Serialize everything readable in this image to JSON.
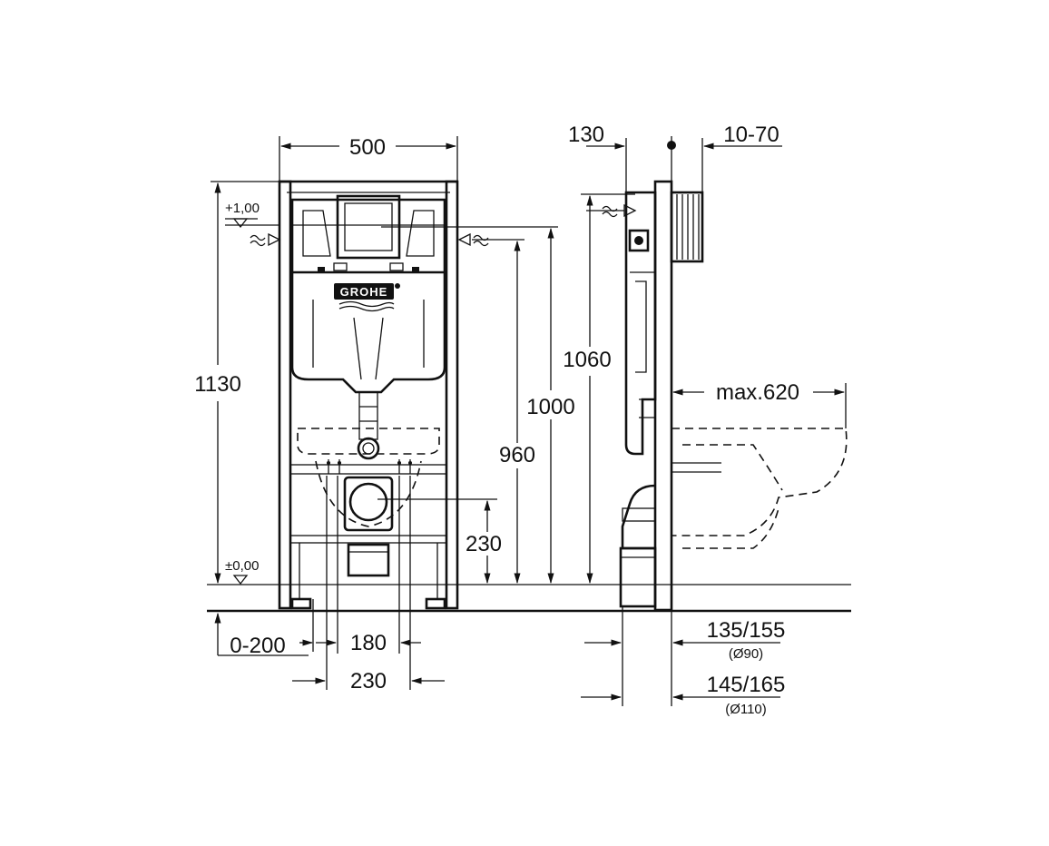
{
  "front_view": {
    "width_top": "500",
    "height_total": "1130",
    "level_top": "+1,00",
    "level_zero": "±0,00",
    "h_1060": "1060",
    "h_1000": "1000",
    "h_960": "960",
    "h_230": "230",
    "foot_adjust": "0-200",
    "bolt_inner": "180",
    "bolt_outer": "230",
    "logo": "GROHE"
  },
  "side_view": {
    "depth_130": "130",
    "depth_10_70": "10-70",
    "bowl_max": "max.620",
    "outlet_90": "135/155",
    "outlet_90_sub": "(Ø90)",
    "outlet_110": "145/165",
    "outlet_110_sub": "(Ø110)"
  }
}
